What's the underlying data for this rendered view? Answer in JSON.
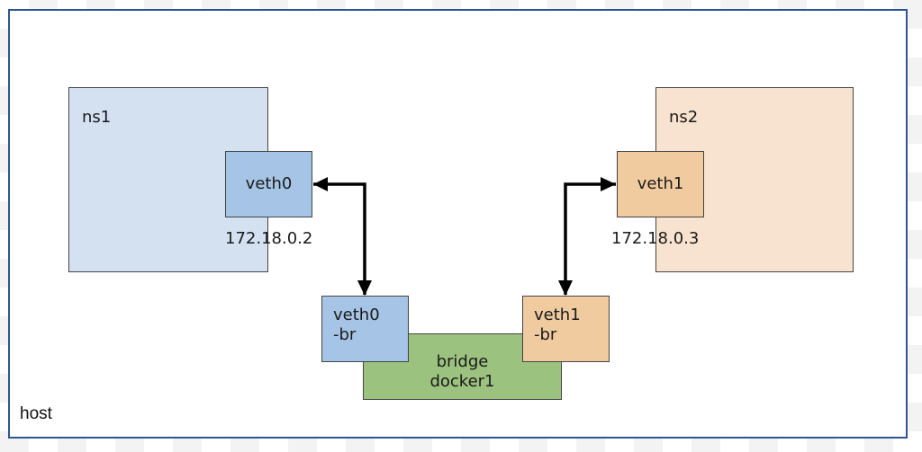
{
  "host": {
    "label": "host",
    "border_color": "#2c5596"
  },
  "namespaces": [
    {
      "id": "ns1",
      "label": "ns1",
      "fill": "#d4e1f1",
      "interface": {
        "label": "veth0",
        "ip": "172.18.0.2",
        "fill": "#a6c5e6"
      }
    },
    {
      "id": "ns2",
      "label": "ns2",
      "fill": "#f7e3cf",
      "interface": {
        "label": "veth1",
        "ip": "172.18.0.3",
        "fill": "#f1cba0"
      }
    }
  ],
  "bridge_ports": [
    {
      "line1": "veth0",
      "line2": "-br",
      "fill": "#a6c5e6"
    },
    {
      "line1": "veth1",
      "line2": "-br",
      "fill": "#f1cba0"
    }
  ],
  "bridge": {
    "line1": "bridge",
    "line2": "docker1",
    "fill": "#9cc27f"
  },
  "links": [
    {
      "from": "veth0",
      "to": "veth0-br",
      "bidirectional": true
    },
    {
      "from": "veth1",
      "to": "veth1-br",
      "bidirectional": true
    }
  ]
}
